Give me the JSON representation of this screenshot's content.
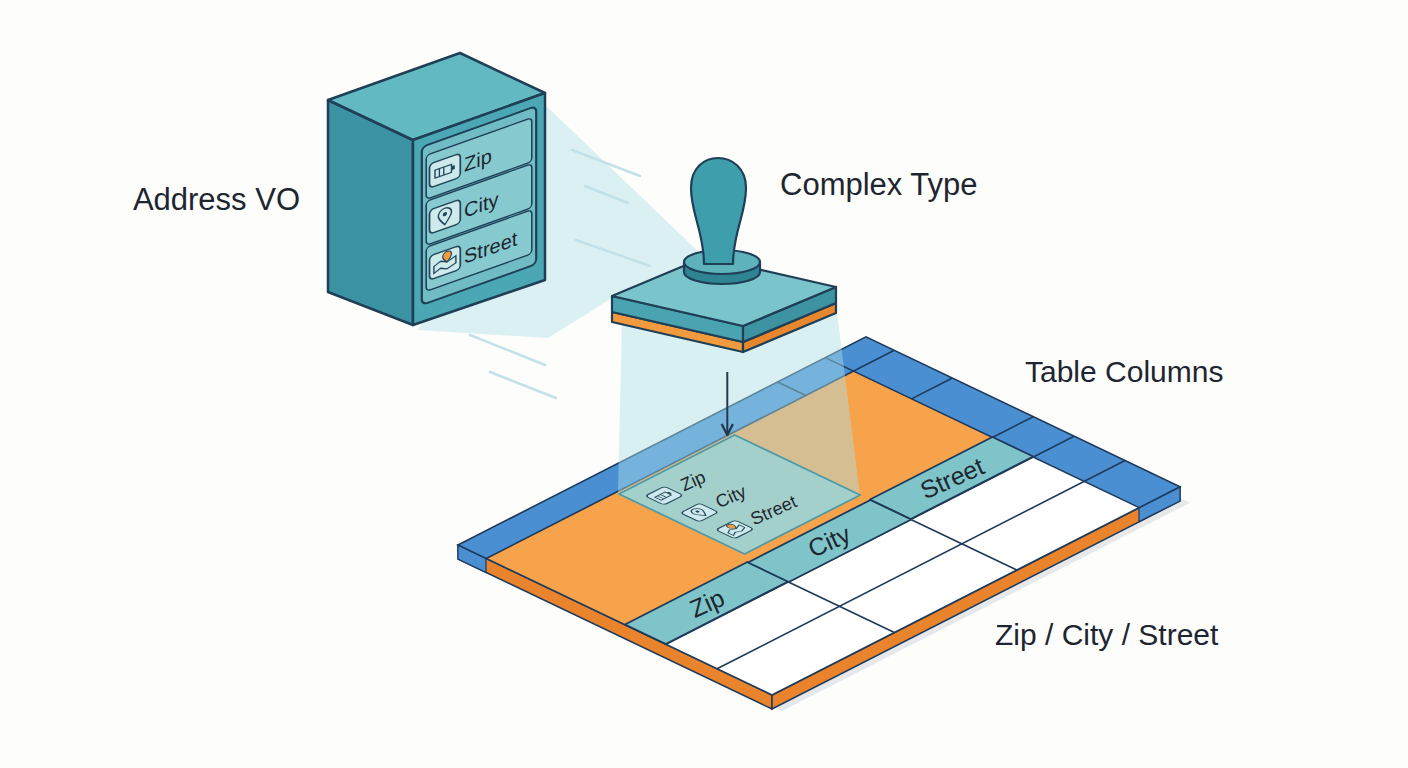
{
  "diagram": {
    "nodes": [
      {
        "text": [
          "Address VO",
          "Zip",
          "City",
          "Street"
        ]
      },
      {
        "text": [
          "Complex Type"
        ]
      },
      {
        "text": [
          "Table Columns",
          "Zip / City / Street"
        ]
      },
      {
        "text": [
          "Zip",
          "City",
          "Street"
        ],
        "in": 2
      },
      {
        "text": [
          "Zip"
        ],
        "in": 2
      },
      {
        "text": [
          "City"
        ],
        "in": 2
      },
      {
        "text": [
          "Street"
        ],
        "in": 2
      }
    ],
    "edges": [
      {
        "from": 1,
        "to": 3,
        "arrow": "to"
      }
    ]
  }
}
